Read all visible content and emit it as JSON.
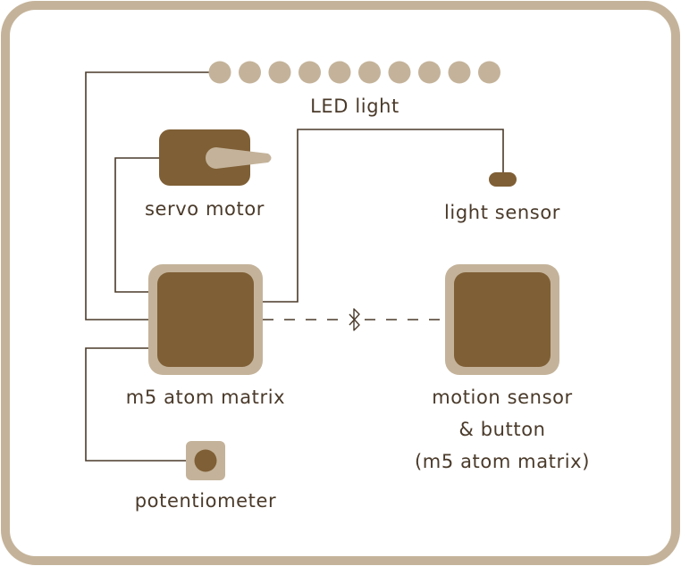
{
  "colors": {
    "frame": "#c4b39a",
    "device_outer": "#c4b39a",
    "device_inner": "#7f5f36",
    "wire": "#4a3a2a",
    "background": "#ffffff",
    "text": "#4a3a2a"
  },
  "led_count": 10,
  "labels": {
    "led_light": "LED light",
    "servo_motor": "servo motor",
    "light_sensor": "light sensor",
    "m5_atom_matrix": "m5 atom matrix",
    "motion_sensor_line1": "motion sensor",
    "motion_sensor_line2": "& button",
    "motion_sensor_line3": "(m5 atom matrix)",
    "potentiometer": "potentiometer"
  },
  "icons": {
    "wireless_link": "bluetooth-icon"
  }
}
